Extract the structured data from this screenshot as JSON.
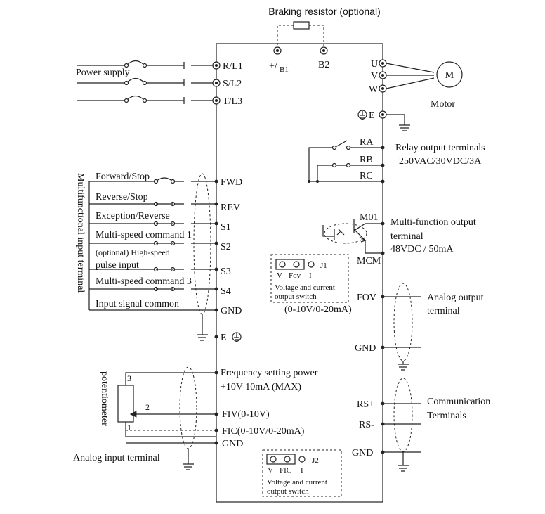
{
  "diagram": {
    "braking_resistor": "Braking resistor (optional)",
    "power_supply": "Power supply",
    "motor_label": "Motor",
    "motor_symbol": "M",
    "inputs": {
      "r": "R/L1",
      "s": "S/L2",
      "t": "T/L3"
    },
    "dc_plus": "+/",
    "dc_plus_sub": "B1",
    "b2": "B2",
    "outputs": {
      "u": "U",
      "v": "V",
      "w": "W"
    },
    "earth": "E",
    "relay": {
      "ra": "RA",
      "rb": "RB",
      "rc": "RC",
      "title": "Relay output terminals",
      "rating": "250VAC/30VDC/3A"
    },
    "mfo": {
      "m01": "M01",
      "mcm": "MCM",
      "line1": "Multi-function output",
      "line2": "terminal",
      "line3": "48VDC / 50mA"
    },
    "side_label": "Multifunctional input terminal",
    "di": [
      {
        "label": "Forward/Stop",
        "term": "FWD"
      },
      {
        "label": "Reverse/Stop",
        "term": "REV"
      },
      {
        "label": "Exception/Reverse",
        "term": "S1"
      },
      {
        "label": "Multi-speed command 1",
        "term": "S2"
      },
      {
        "label": "(optional) High-speed",
        "label2": "pulse input",
        "term": "S3"
      },
      {
        "label": "Multi-speed command 3",
        "term": "S4"
      },
      {
        "label": "Input signal common",
        "term": "GND"
      }
    ],
    "j1": {
      "name": "J1",
      "v": "V",
      "fov": "Fov",
      "i": "I",
      "line1": "Voltage and current",
      "line2": "output switch"
    },
    "fov_range": "(0-10V/0-20mA)",
    "fov": "FOV",
    "analog_out_1": "Analog output",
    "analog_out_2": "terminal",
    "gnd": "GND",
    "freq_power_1": "Frequency setting power",
    "freq_power_2": "+10V  10mA (MAX)",
    "fiv": "FIV(0-10V)",
    "fic": "FIC(0-10V/0-20mA)",
    "potentiometer": "potentiometer",
    "pot_pins": {
      "p1": "1",
      "p2": "2",
      "p3": "3"
    },
    "analog_in": "Analog input terminal",
    "rs_plus": "RS+",
    "rs_minus": "RS-",
    "comm_1": "Communication",
    "comm_2": "Terminals",
    "j2": {
      "name": "J2",
      "v": "V",
      "fic": "FIC",
      "i": "I",
      "line1": "Voltage and current",
      "line2": "output switch"
    }
  }
}
